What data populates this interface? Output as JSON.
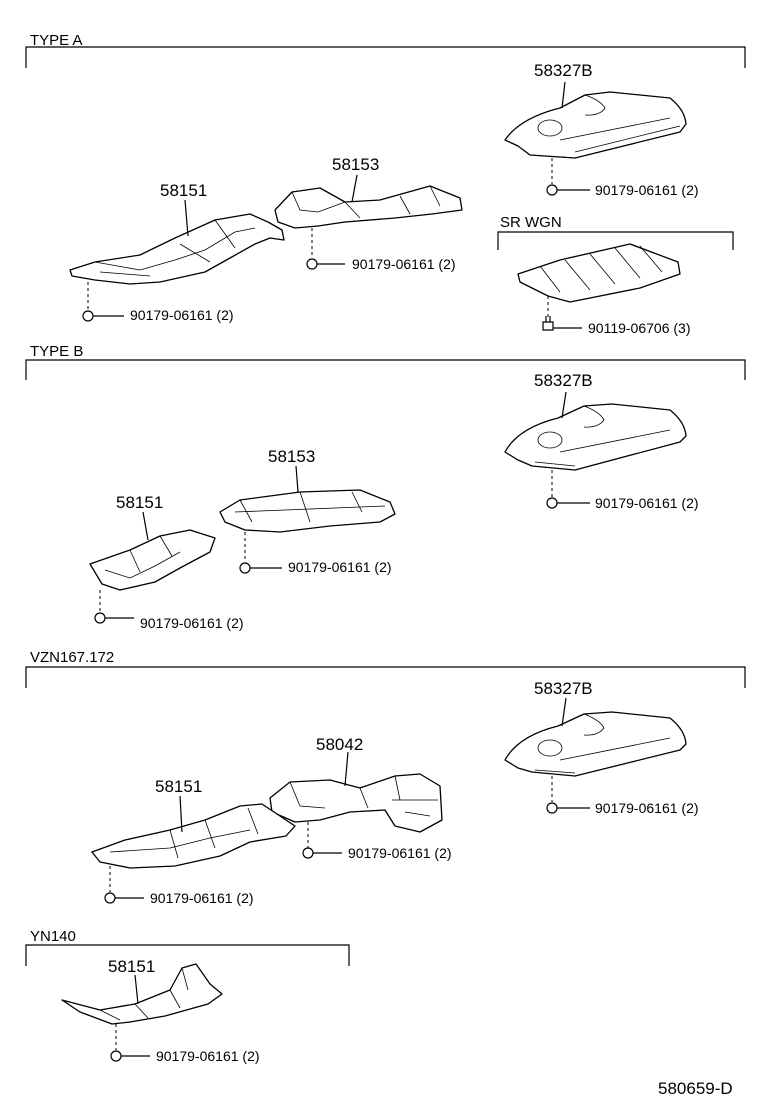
{
  "sections": [
    {
      "title": "TYPE  A"
    },
    {
      "title": "TYPE  B"
    },
    {
      "title": "VZN167.172"
    },
    {
      "title": "YN140"
    }
  ],
  "sub_section": {
    "title": "SR WGN"
  },
  "parts": {
    "a_58327b": "58327B",
    "a_58151": "58151",
    "a_58153": "58153",
    "b_58327b": "58327B",
    "b_58153": "58153",
    "b_58151": "58151",
    "c_58327b": "58327B",
    "c_58042": "58042",
    "c_58151": "58151",
    "d_58151": "58151"
  },
  "fasteners": {
    "a_cover": "90179-06161 (2)",
    "a_58153": "90179-06161 (2)",
    "a_58151": "90179-06161 (2)",
    "a_srwgn": "90119-06706 (3)",
    "b_cover": "90179-06161 (2)",
    "b_58153": "90179-06161 (2)",
    "b_58151": "90179-06161 (2)",
    "c_cover": "90179-06161 (2)",
    "c_58042": "90179-06161 (2)",
    "c_58151": "90179-06161 (2)",
    "d_58151": "90179-06161 (2)"
  },
  "diagram_code": "580659-D"
}
